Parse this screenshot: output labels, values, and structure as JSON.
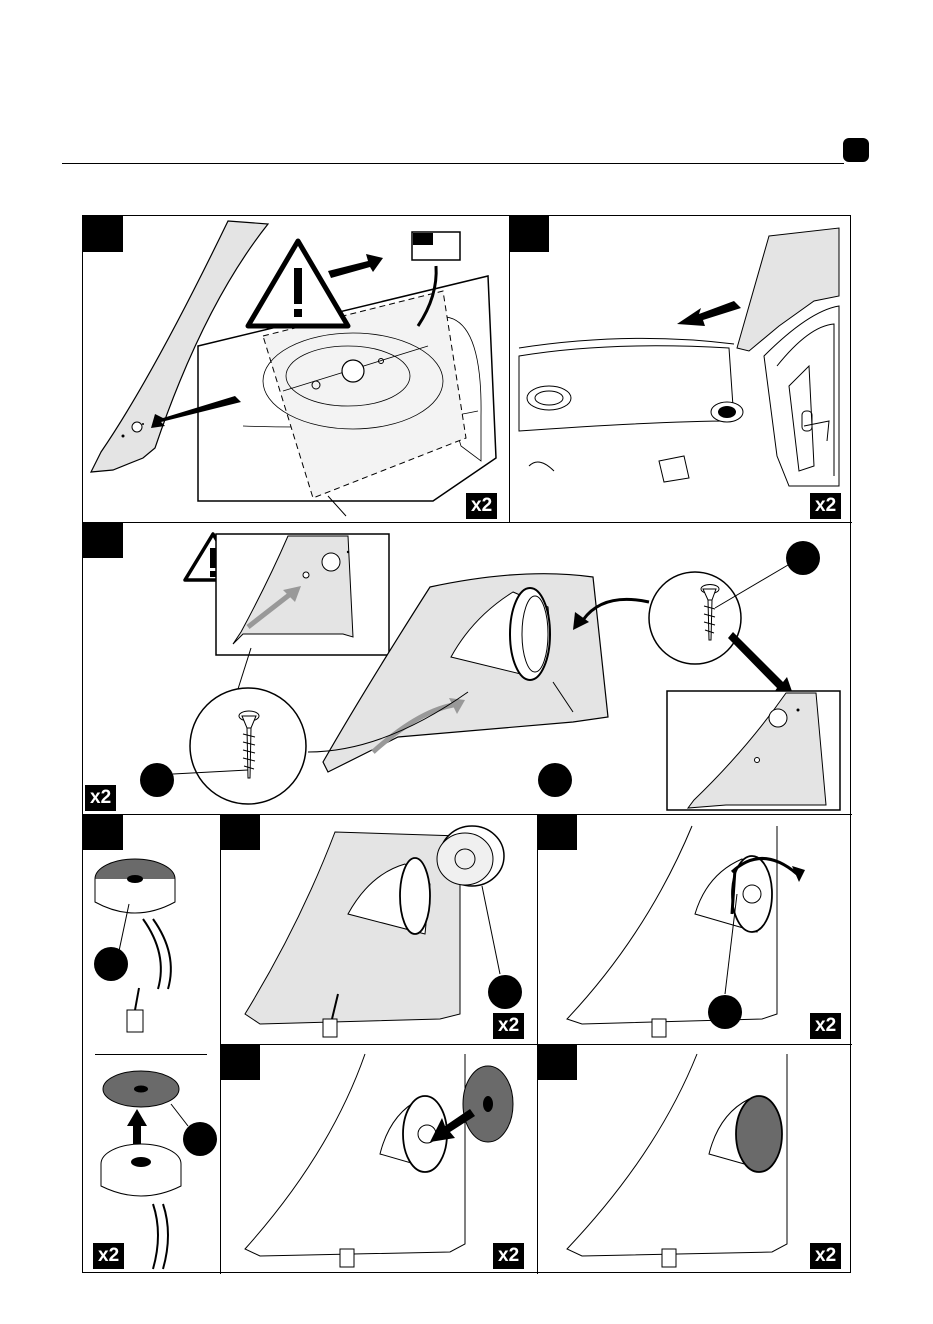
{
  "page": {
    "header_rule": true
  },
  "badges": {
    "p1": "x2",
    "p2": "x2",
    "p3": "x2",
    "p5": "x2",
    "p6": "x2",
    "p4": "x2",
    "p7": "x2",
    "p8": "x2"
  },
  "icons": {
    "warning": "warning-triangle-icon",
    "screw": "screw-icon",
    "arrow": "direction-arrow-icon"
  },
  "colors": {
    "panel_fill": "#e4e4e4",
    "arrow_gray": "#9a9a9a",
    "ink": "#000000"
  }
}
